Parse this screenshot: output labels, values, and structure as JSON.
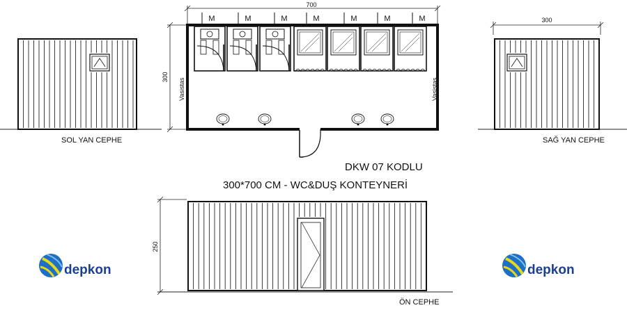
{
  "title": {
    "code": "DKW 07 KODLU",
    "description": "300*700 CM - WC&DUŞ KONTEYNERİ"
  },
  "plan": {
    "width_dim": "700",
    "depth_dim": "300",
    "wall_label_left": "Vasistas",
    "wall_label_right": "Vasistas",
    "window_marks": [
      "M",
      "M",
      "M",
      "M",
      "M",
      "M",
      "M"
    ],
    "wc_cabins": 3,
    "shower_cabins": 4,
    "sinks": 4
  },
  "views": {
    "left_caption": "SOL YAN CEPHE",
    "right_caption": "SAĞ YAN CEPHE",
    "right_width_dim": "300",
    "front_caption": "ÖN CEPHE",
    "front_height_dim": "250"
  },
  "brand": {
    "name_left": "depkon",
    "name_right": "depkon",
    "color_blue": "#1f6fc5",
    "color_yellow": "#e7d81e",
    "text_color": "#1c3f8f"
  }
}
